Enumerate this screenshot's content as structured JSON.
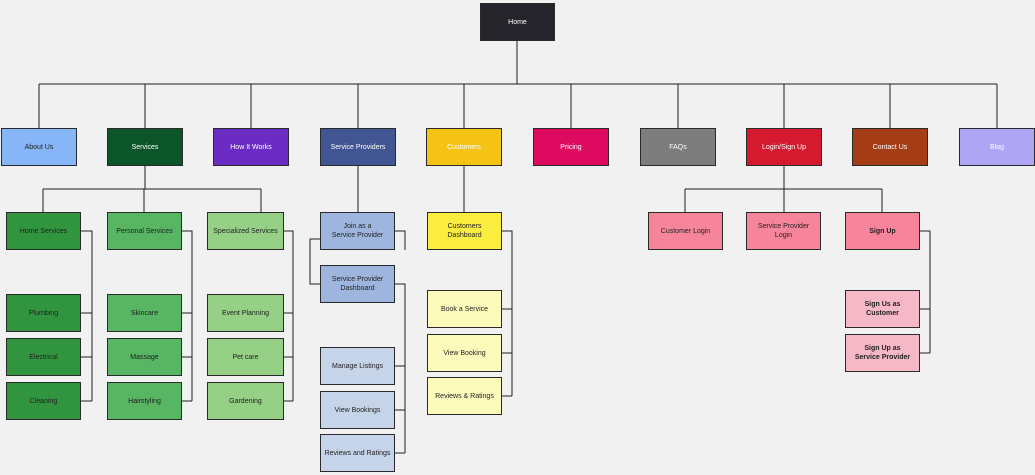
{
  "colors": {
    "home": "#25252b",
    "about": "#86b6f7",
    "services": "#0c5528",
    "how": "#6b2cc4",
    "providers": "#415592",
    "customers": "#f5c316",
    "pricing": "#dd0a5f",
    "faqs": "#7d7d7d",
    "login": "#d5192e",
    "contact": "#a43d16",
    "blog": "#aea6f4",
    "green1": "#31953f",
    "green2": "#58b564",
    "green3": "#95d086",
    "blueLight": "#9eb6de",
    "blueLighter": "#c5d4e8",
    "yellow": "#fbed3f",
    "yellowLight": "#fcfbbc",
    "pink": "#f6849a",
    "pinkLight": "#f6b7c6",
    "line": "#1e1e1e"
  },
  "nodes": {
    "home": {
      "label": "Home"
    },
    "about": {
      "label": "About Us"
    },
    "services": {
      "label": "Services"
    },
    "how": {
      "label": "How It Works"
    },
    "providers": {
      "label": "Service Providers"
    },
    "customers": {
      "label": "Customers"
    },
    "pricing": {
      "label": "Pricing"
    },
    "faqs": {
      "label": "FAQs"
    },
    "login": {
      "label": "Login/Sign Up"
    },
    "contact": {
      "label": "Contact Us"
    },
    "blog": {
      "label": "Blog"
    },
    "home_services": {
      "label": "Home Services"
    },
    "plumbing": {
      "label": "Plumbing"
    },
    "electrical": {
      "label": "Electrical"
    },
    "cleaning": {
      "label": "Cleaning"
    },
    "personal_services": {
      "label": "Personal Services"
    },
    "skincare": {
      "label": "Skincare"
    },
    "massage": {
      "label": "Massage"
    },
    "hairstyling": {
      "label": "Hairstyling"
    },
    "specialized_services": {
      "label": "Specialized Services"
    },
    "event_planning": {
      "label": "Event Planning"
    },
    "pet_care": {
      "label": "Pet care"
    },
    "gardening": {
      "label": "Gardening"
    },
    "join_provider": {
      "label": "Join as a\nService Provider"
    },
    "provider_dashboard": {
      "label": "Service Provider\nDashboard"
    },
    "manage_listings": {
      "label": "Manage Listings"
    },
    "view_bookings_provider": {
      "label": "View Bookings"
    },
    "reviews_ratings_provider": {
      "label": "Reviews and Ratings"
    },
    "customers_dashboard": {
      "label": "Customers Dashboard"
    },
    "book_service": {
      "label": "Book a Service"
    },
    "view_booking_customer": {
      "label": "View Booking"
    },
    "reviews_ratings_customer": {
      "label": "Reviews & Ratings"
    },
    "customer_login": {
      "label": "Customer Login"
    },
    "provider_login": {
      "label": "Service Provider Login"
    },
    "sign_up": {
      "label": "Sign Up"
    },
    "sign_up_customer": {
      "label": "Sign Us as Customer"
    },
    "sign_up_provider": {
      "label": "Sign Up as\nService Provider"
    }
  }
}
